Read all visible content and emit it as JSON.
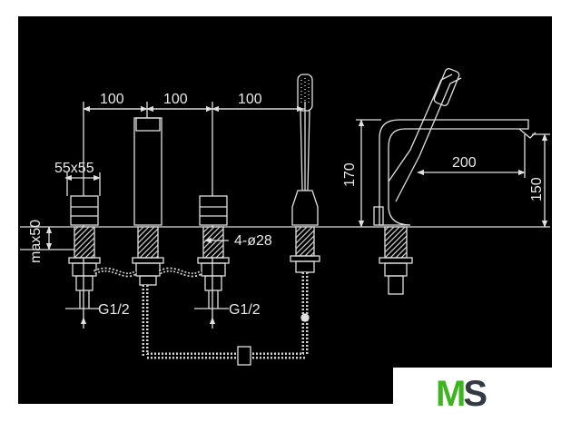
{
  "drawing": {
    "background": "#000000",
    "line_color": "#e0e0e0",
    "dimensions": {
      "spacing_1": "100",
      "spacing_2": "100",
      "spacing_3": "100",
      "square": "55x55",
      "max_depth": "max50",
      "holes": "4-ø28",
      "thread_left": "G1/2",
      "thread_right": "G1/2",
      "height_left": "170",
      "spout_reach": "200",
      "height_right": "150"
    }
  },
  "logo": {
    "letter_m": "M",
    "letter_s": "S",
    "color_m": "#3db51e",
    "color_s": "#333a44",
    "label": "MS"
  }
}
